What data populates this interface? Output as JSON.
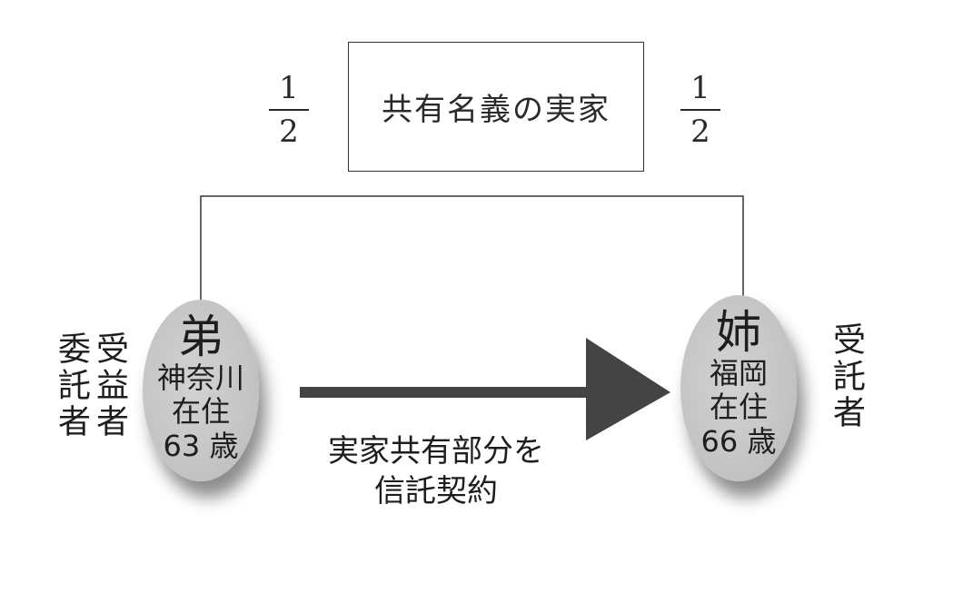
{
  "property": {
    "label": "共有名義の実家"
  },
  "shares": {
    "left": {
      "numerator": "1",
      "denominator": "2"
    },
    "right": {
      "numerator": "1",
      "denominator": "2"
    }
  },
  "brother": {
    "name": "弟",
    "lines": [
      "神奈川",
      "在住",
      "63 歳"
    ],
    "roles": [
      "受益者",
      "委託者"
    ]
  },
  "sister": {
    "name": "姉",
    "lines": [
      "福岡",
      "在住",
      "66 歳"
    ],
    "roles": [
      "受託者"
    ]
  },
  "transfer": {
    "lines": [
      "実家共有部分を",
      "信託契約"
    ]
  },
  "colors": {
    "arrow": "#444444",
    "oval": "#c6c6c6",
    "line": "#333333"
  }
}
